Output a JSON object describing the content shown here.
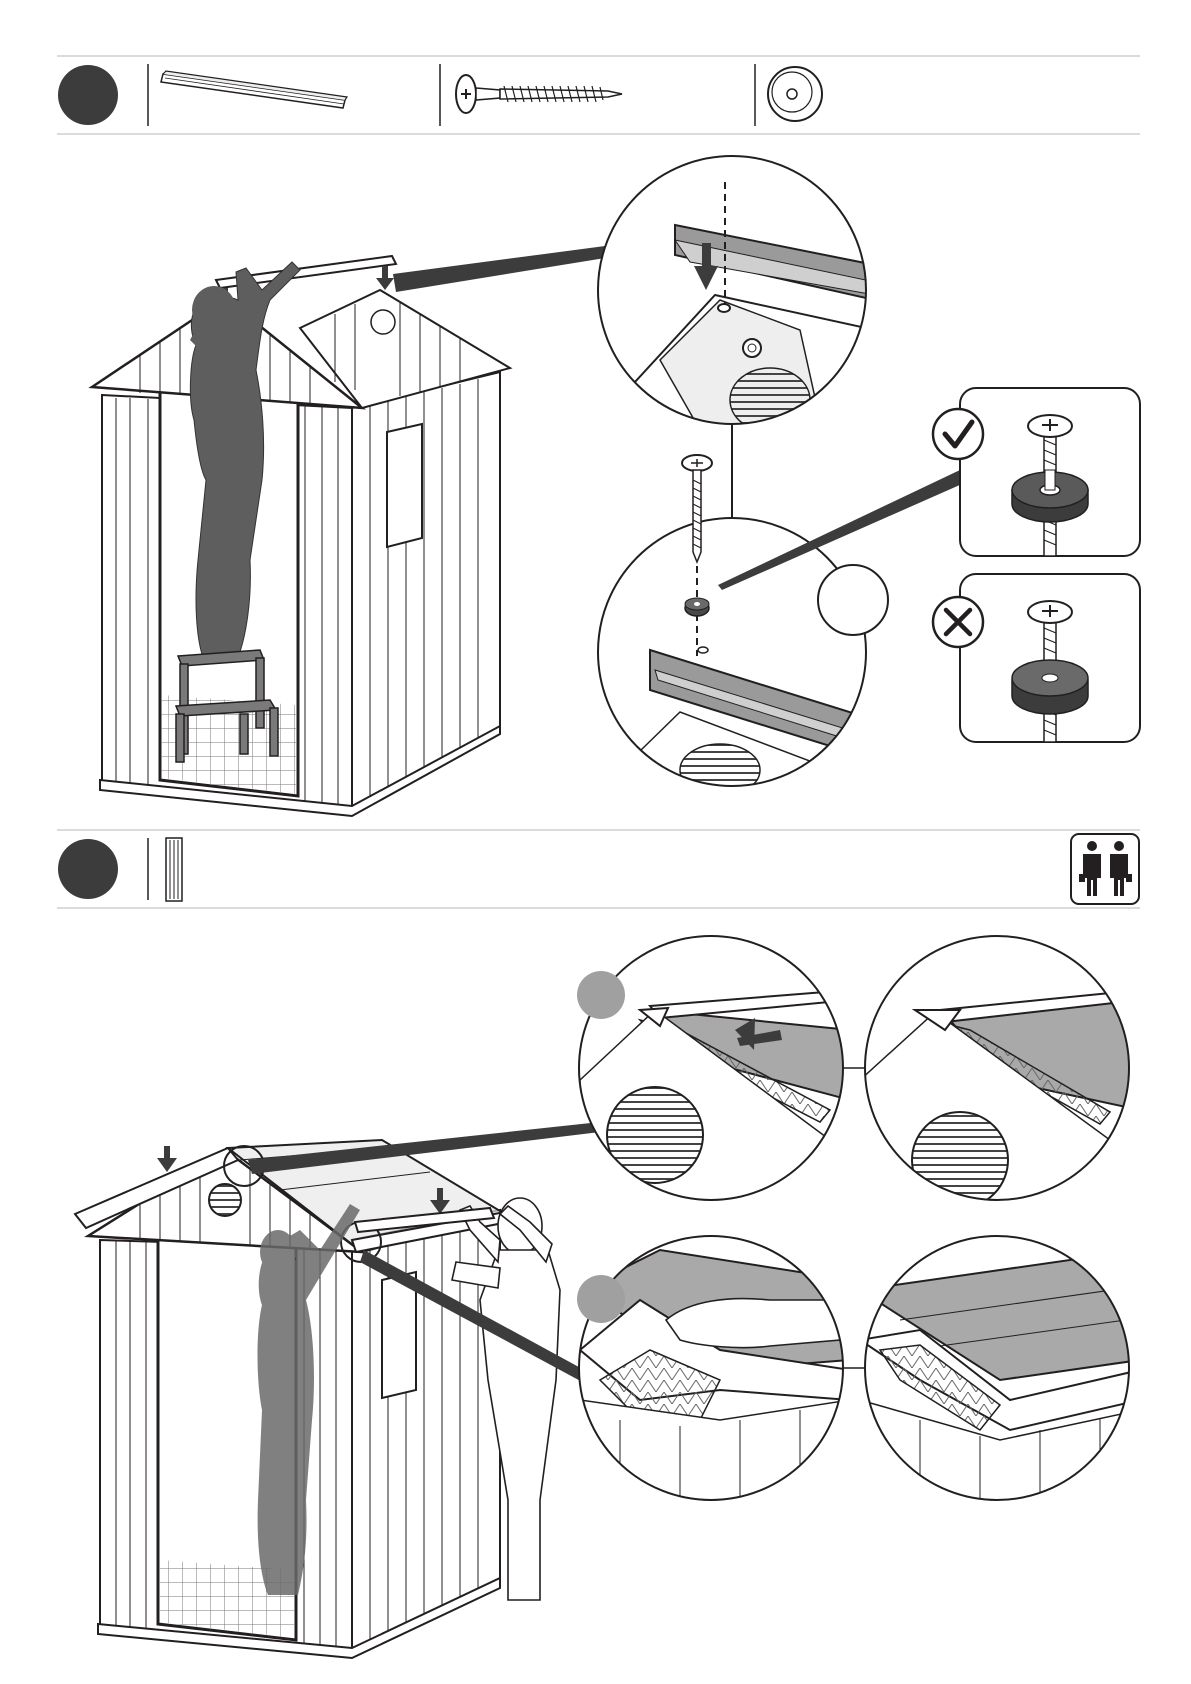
{
  "page": {
    "type": "assembly-instruction-sheet",
    "colors": {
      "ink": "#231f20",
      "fill_dark": "#3c3c3c",
      "fill_mid": "#6f6f6f",
      "fill_light": "#bdbdbd",
      "panel": "#a9a9a9",
      "rule": "#cfcfcf",
      "bg": "#ffffff"
    }
  },
  "step_a": {
    "step_badge": "",
    "parts": [
      {
        "name": "ridge-beam-part",
        "icon": "ridge-beam-icon"
      },
      {
        "name": "screw-part",
        "icon": "screw-icon"
      },
      {
        "name": "washer-part",
        "icon": "washer-icon"
      }
    ],
    "detail_correct": {
      "icon": "check-icon",
      "meaning": "correct"
    },
    "detail_wrong": {
      "icon": "cross-icon",
      "meaning": "incorrect"
    }
  },
  "step_b": {
    "step_badge": "",
    "parts": [
      {
        "name": "roof-panel-part",
        "icon": "roof-panel-icon"
      }
    ],
    "two_person_icon": "two-person-icon",
    "sub_badge_top": "",
    "sub_badge_bottom": ""
  }
}
